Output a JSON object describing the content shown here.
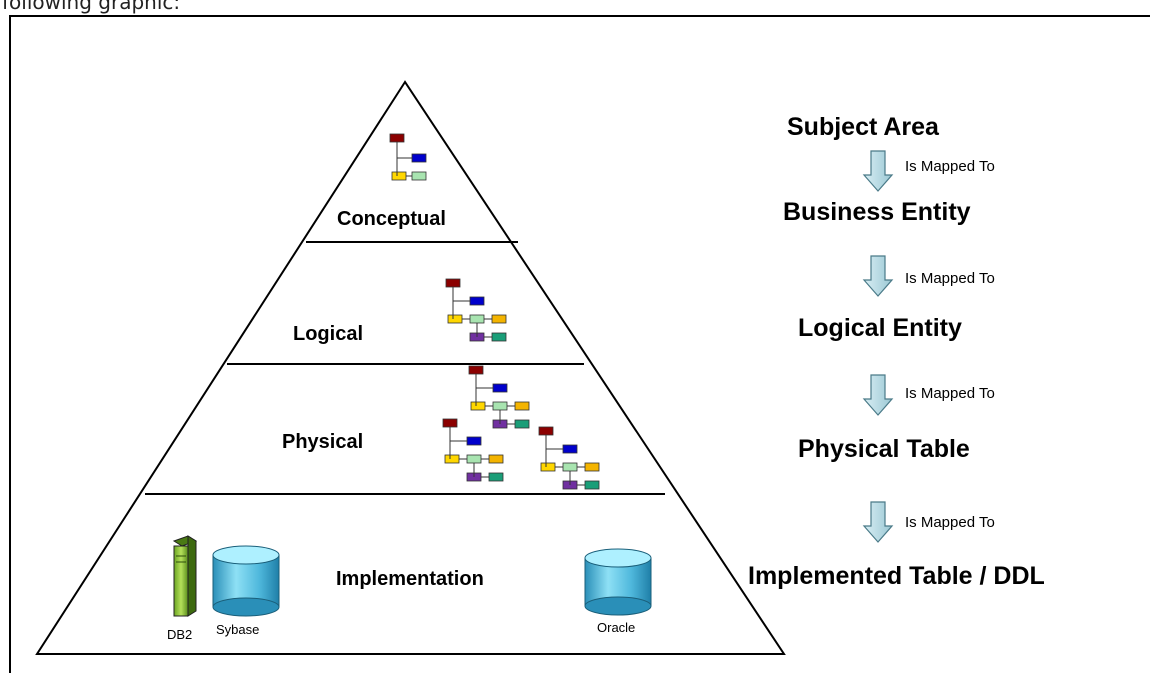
{
  "intro_text": "following graphic:",
  "pyramid": {
    "levels": {
      "conceptual": "Conceptual",
      "logical": "Logical",
      "physical": "Physical",
      "implementation": "Implementation"
    },
    "databases": {
      "db2": "DB2",
      "sybase": "Sybase",
      "oracle": "Oracle"
    }
  },
  "mapping": {
    "items": [
      "Subject Area",
      "Business Entity",
      "Logical Entity",
      "Physical Table",
      "Implemented Table / DDL"
    ],
    "arrow_label": "Is Mapped To"
  },
  "colors": {
    "node_red": "#8b0000",
    "node_blue": "#0000cc",
    "node_yellow": "#ffd700",
    "node_green": "#a8e4b0",
    "node_orange": "#f4b400",
    "node_purple": "#7030a0",
    "node_teal": "#1a9e78",
    "cylinder": "#5bc0de",
    "server": "#8dc63f",
    "arrow": "#b8dce6"
  }
}
